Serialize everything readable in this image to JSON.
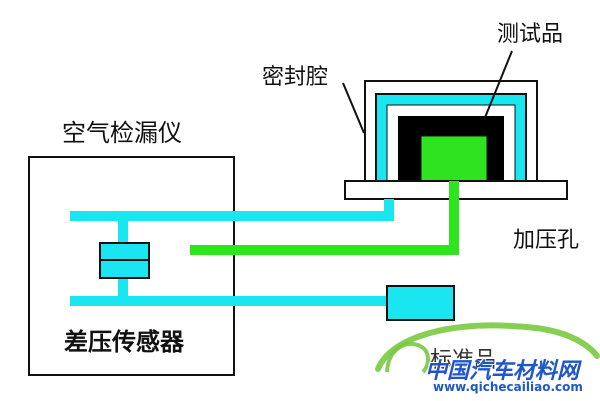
{
  "labels": {
    "detector": "空气检漏仪",
    "sealed_chamber": "密封腔",
    "test_sample": "测试品",
    "pressure_hole": "加压孔",
    "diff_sensor": "差压传感器",
    "standard": "标准品"
  },
  "watermark": {
    "title": "中国汽车材料网",
    "url": "www.qichecailiao.com"
  },
  "colors": {
    "cyan": "#19e6f0",
    "green": "#2fe41e",
    "black": "#000000",
    "watermark_blue": "#1f57c8",
    "watermark_green": "#7ac943"
  }
}
